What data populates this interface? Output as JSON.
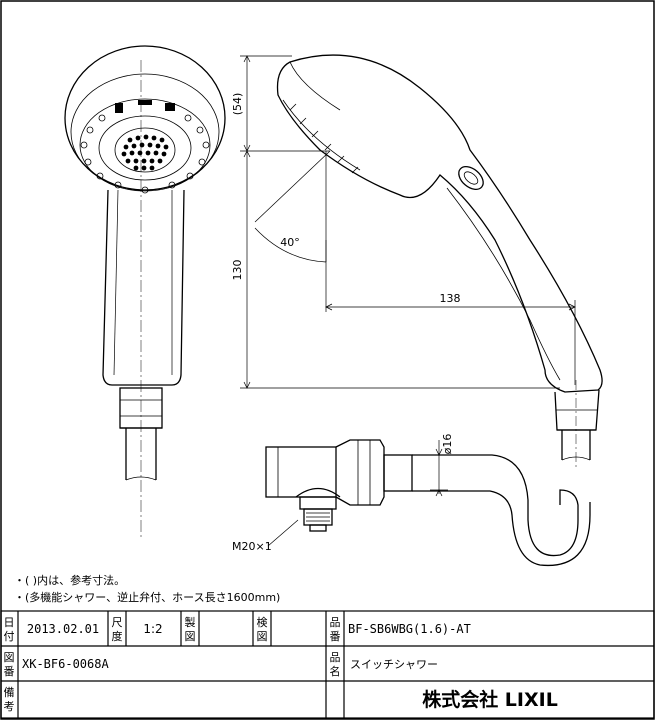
{
  "dimensions": {
    "height_top": "(54)",
    "height_total": "130",
    "angle": "40°",
    "length": "138",
    "hose_diameter": "ø16",
    "thread": "M20×1"
  },
  "notes": {
    "line1": "・(  )内は、参考寸法。",
    "line2": "・(多機能シャワー、逆止弁付、ホース長さ1600mm)"
  },
  "title_block": {
    "date_label": [
      "日",
      "付"
    ],
    "date_value": "2013.02.01",
    "scale_label": [
      "尺",
      "度"
    ],
    "scale_value": "1:2",
    "drawn_label": [
      "製",
      "図"
    ],
    "checked_label": [
      "検",
      "図"
    ],
    "product_no_label": [
      "品",
      "番"
    ],
    "product_no_value": "BF-SB6WBG(1.6)-AT",
    "drawing_no_label": [
      "図",
      "番"
    ],
    "drawing_no_value": "XK-BF6-0068A",
    "product_name_label": [
      "品",
      "名"
    ],
    "product_name_value": "スイッチシャワー",
    "remarks_label": [
      "備",
      "考"
    ],
    "company": "株式会社 LIXIL"
  }
}
